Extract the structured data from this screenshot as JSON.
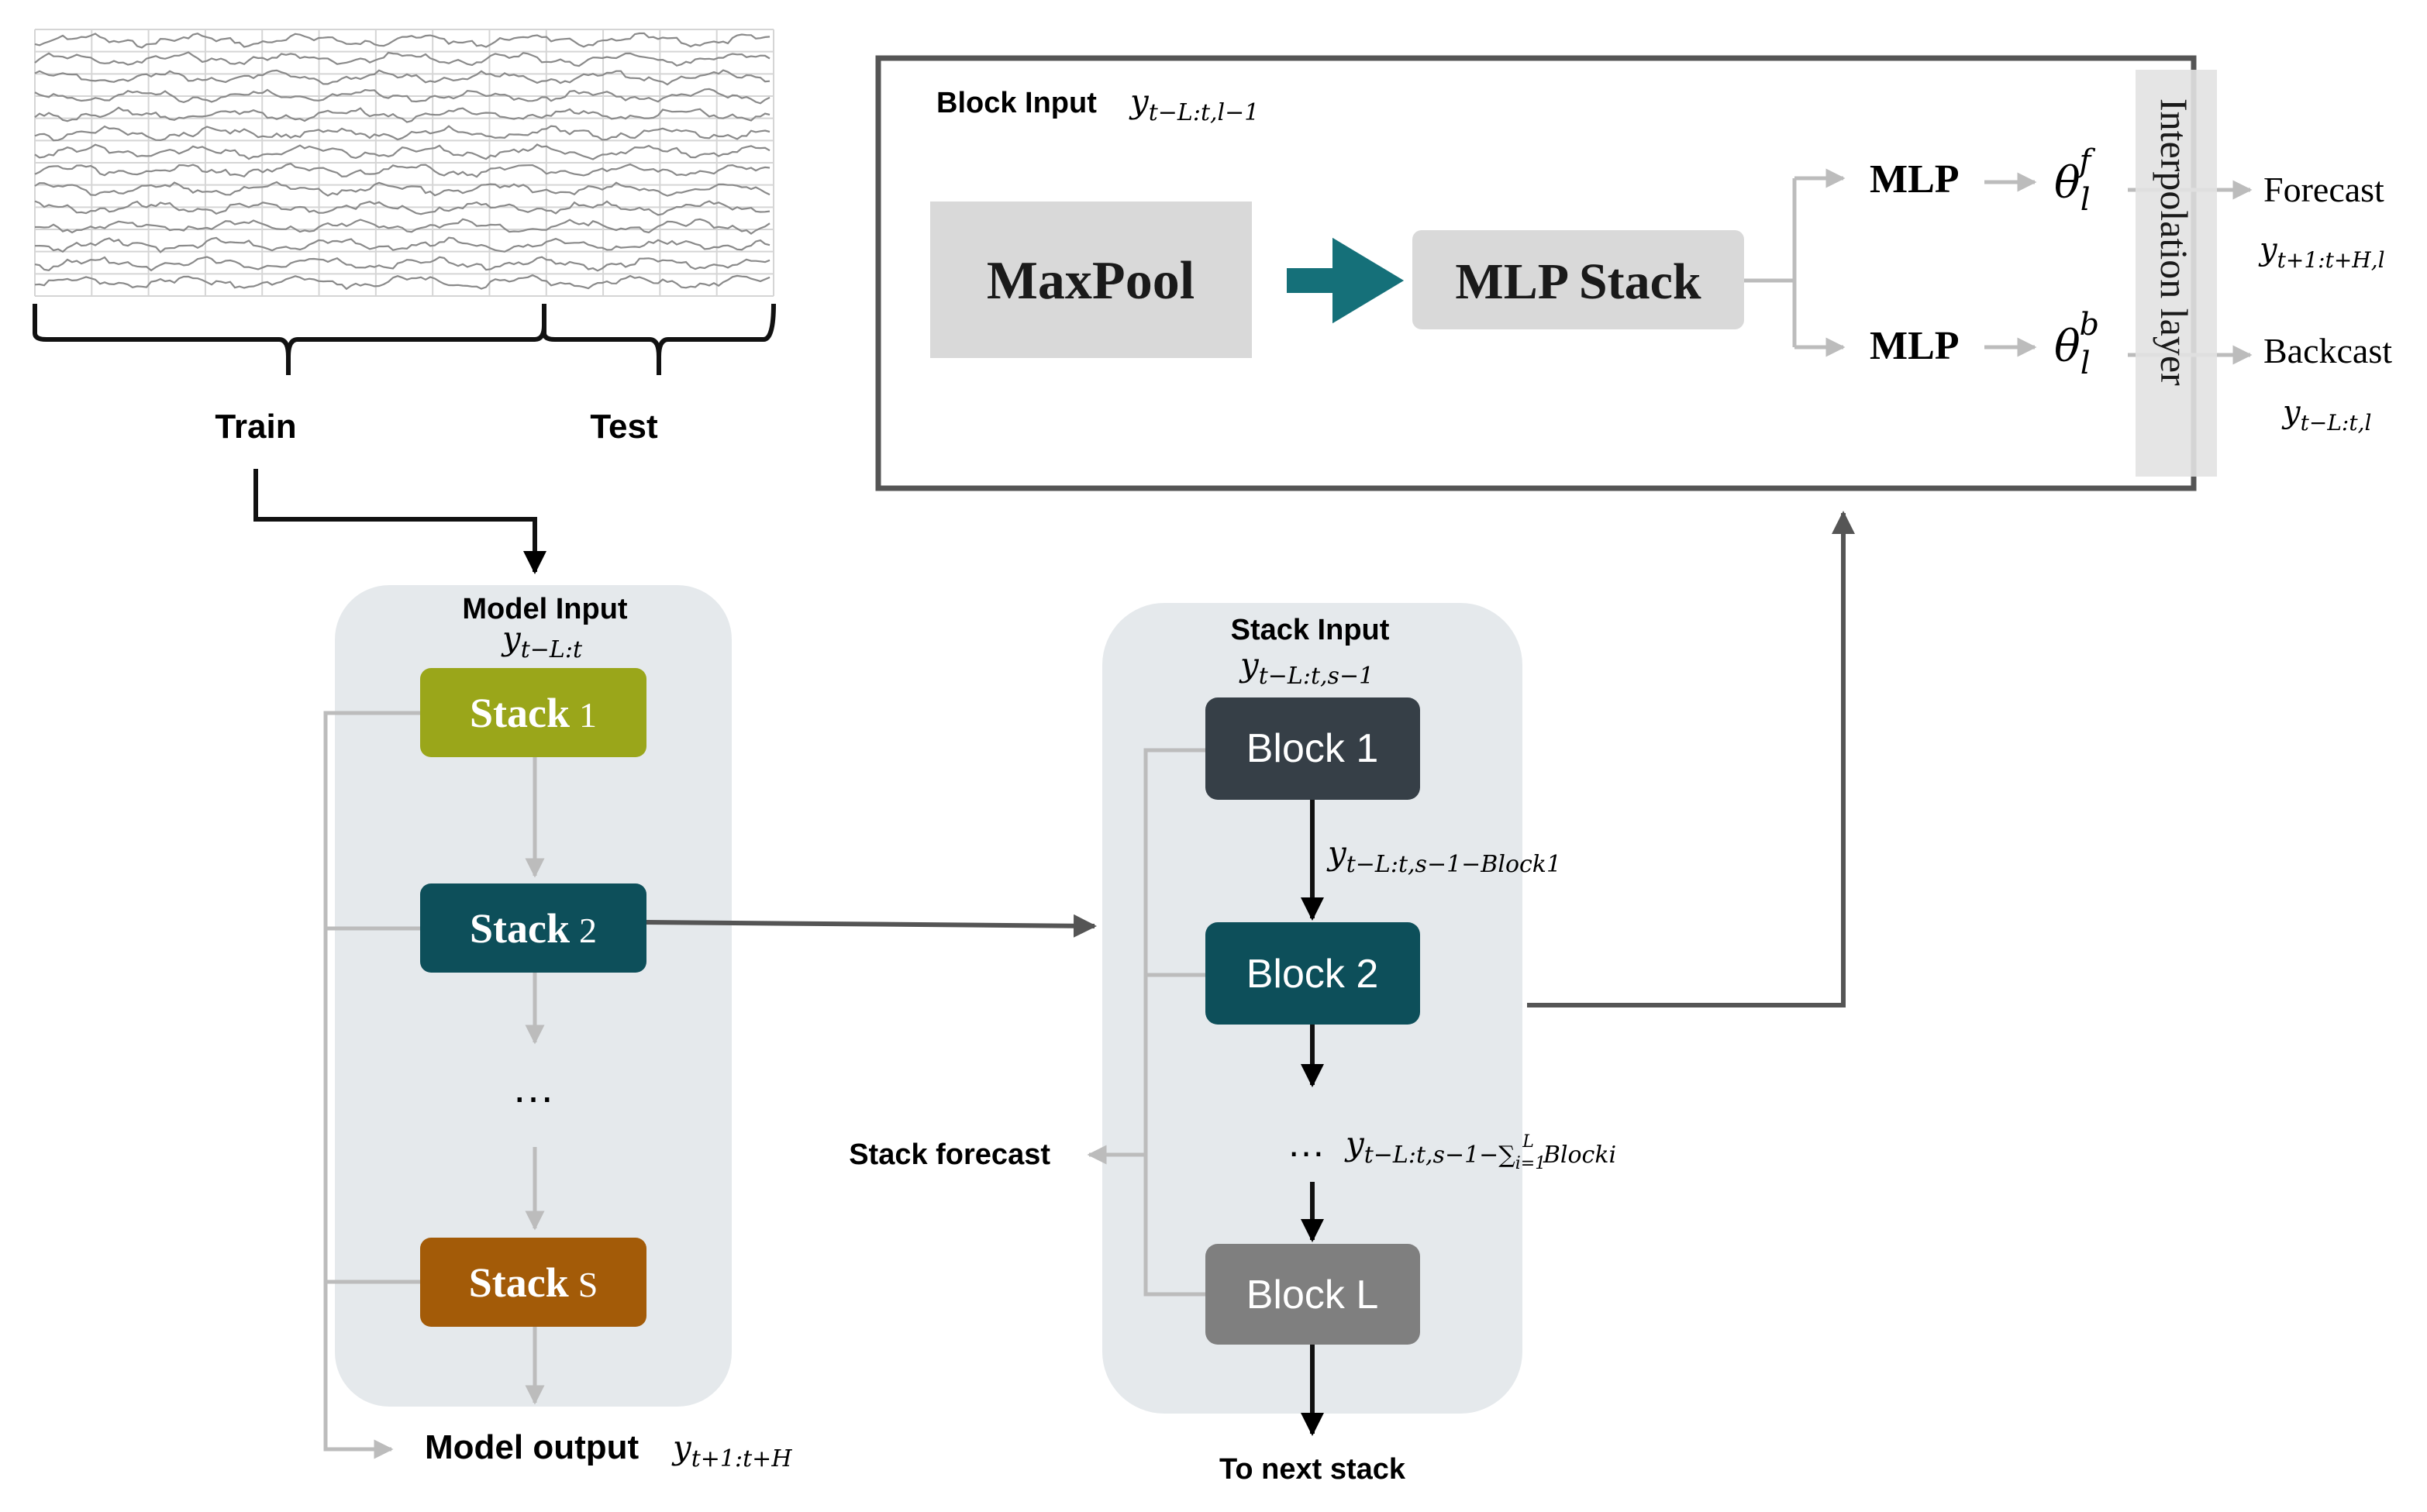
{
  "signal": {
    "train_label": "Train",
    "test_label": "Test"
  },
  "model": {
    "input_label": "Model Input",
    "input_symbol": "y",
    "input_sub": "t−L:t",
    "stacks": [
      {
        "word": "Stack",
        "index": "1",
        "color": "#9aa61a"
      },
      {
        "word": "Stack",
        "index": "2",
        "color": "#0d4f5a"
      },
      {
        "word": "Stack",
        "index": "S",
        "color": "#a35b08"
      }
    ],
    "ellipsis": "…",
    "output_label": "Model output",
    "output_symbol": "y",
    "output_sub": "t+1:t+H"
  },
  "stack": {
    "input_label": "Stack Input",
    "input_symbol": "y",
    "input_sub": "t−L:t,s−1",
    "blocks": [
      {
        "label": "Block 1",
        "color": "#363f47"
      },
      {
        "label": "Block 2",
        "color": "#0d4f5a"
      },
      {
        "label": "Block L",
        "color": "#7f7f7f"
      }
    ],
    "residual1_symbol": "y",
    "residual1_sub": "t−L:t,s−1−Block1",
    "residual_ellipsis": "…",
    "residualL_symbol": "y",
    "residualL_sub_a": "t−L:t,s−1−∑",
    "residualL_sum_lower": "i=1",
    "residualL_sum_upper": "L",
    "residualL_sub_b": "Blocki",
    "forecast_label": "Stack forecast",
    "next_label": "To next stack"
  },
  "block": {
    "input_label": "Block Input",
    "input_symbol": "y",
    "input_sub": "t−L:t,l−1",
    "maxpool_label": "MaxPool",
    "mlp_stack_label": "MLP Stack",
    "mlp_label": "MLP",
    "theta_symbol": "θ",
    "theta_sub": "l",
    "theta_f_sup": "f",
    "theta_b_sup": "b",
    "interpolation_label": "Interpolation layer",
    "forecast_label": "Forecast",
    "forecast_symbol": "y",
    "forecast_sub": "t+1:t+H,l",
    "backcast_label": "Backcast",
    "backcast_symbol": "y",
    "backcast_sub": "t−L:t,l"
  },
  "colors": {
    "panel_bg": "#e5e9ec",
    "connector_gray": "#bcbcbc",
    "connector_dark": "#555555",
    "teal_arrow": "#157079",
    "light_box": "#d9d9d9"
  }
}
